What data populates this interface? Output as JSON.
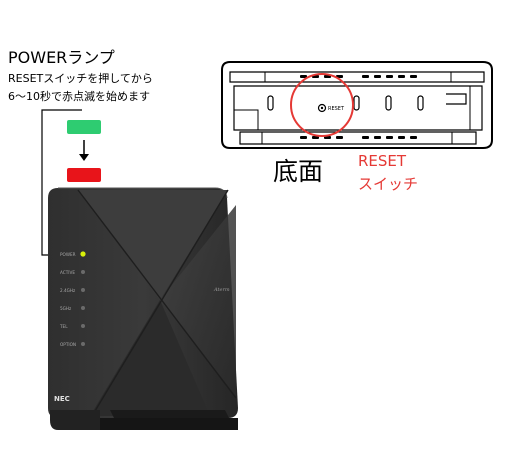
{
  "power_lamp": {
    "title": "POWERランプ",
    "line1": "RESETスイッチを押してから",
    "line2": "6～10秒で赤点滅を始めます"
  },
  "status_colors": {
    "green": "#2ecc71",
    "red": "#e8141a",
    "accent": "#e53935"
  },
  "bottom_view": {
    "label": "底面",
    "reset_small": "RESET"
  },
  "reset_switch": {
    "line1": "RESET",
    "line2": "スイッチ"
  },
  "router_panel": {
    "brand": "NEC",
    "logo": "Aterm",
    "leds": [
      "POWER",
      "ACTIVE",
      "2.4GHz",
      "5GHz",
      "TEL",
      "OPTION"
    ]
  }
}
